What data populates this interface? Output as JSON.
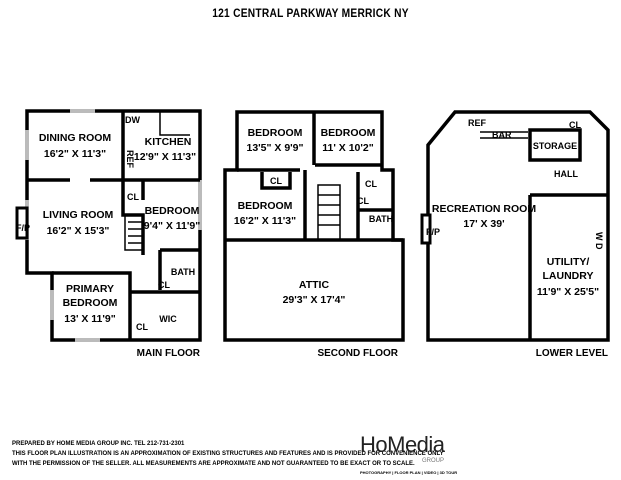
{
  "title": "121 CENTRAL PARKWAY MERRICK NY",
  "main_floor": {
    "label": "MAIN FLOOR",
    "rooms": {
      "dining": {
        "name": "DINING ROOM",
        "dims": "16'2\" X 11'3\""
      },
      "kitchen": {
        "name": "KITCHEN",
        "dims": "12'9\" X 11'3\""
      },
      "living": {
        "name": "LIVING ROOM",
        "dims": "16'2\" X 15'3\""
      },
      "bedroom": {
        "name": "BEDROOM",
        "dims": "9'4\" X 11'9\""
      },
      "primary": {
        "name1": "PRIMARY",
        "name2": "BEDROOM",
        "dims": "13' X 11'9\""
      },
      "bath": {
        "name": "BATH"
      },
      "wic": {
        "name": "WIC"
      }
    },
    "labels": {
      "dw": "DW",
      "ref": "REF",
      "fp": "F/P",
      "cl": "CL"
    }
  },
  "second_floor": {
    "label": "SECOND FLOOR",
    "rooms": {
      "bedroom1": {
        "name": "BEDROOM",
        "dims": "13'5\" X 9'9\""
      },
      "bedroom2": {
        "name": "BEDROOM",
        "dims": "11' X 10'2\""
      },
      "bedroom3": {
        "name": "BEDROOM",
        "dims": "16'2\" X 11'3\""
      },
      "bath": {
        "name": "BATH"
      },
      "attic": {
        "name": "ATTIC",
        "dims": "29'3\" X 17'4\""
      }
    },
    "labels": {
      "cl": "CL"
    }
  },
  "lower_level": {
    "label": "LOWER LEVEL",
    "rooms": {
      "recreation": {
        "name": "RECREATION ROOM",
        "dims": "17' X 39'"
      },
      "utility": {
        "name1": "UTILITY/",
        "name2": "LAUNDRY",
        "dims": "11'9\" X 25'5\""
      },
      "storage": {
        "name": "STORAGE"
      },
      "hall": {
        "name": "HALL"
      }
    },
    "labels": {
      "ref": "REF",
      "bar": "BAR",
      "cl": "CL",
      "fp": "F/P",
      "wd": "W D"
    }
  },
  "footer": {
    "line1": "PREPARED BY HOME MEDIA GROUP INC. TEL 212-731-2301",
    "line2": "THIS FLOOR PLAN ILLUSTRATION IS AN APPROXIMATION OF EXISTING STRUCTURES AND FEATURES AND IS PROVIDED FOR CONVENIENCE ONLY",
    "line3": "WITH THE PERMISSION OF THE SELLER. ALL MEASUREMENTS ARE APPROXIMATE AND NOT GUARANTEED TO BE EXACT OR TO SCALE."
  },
  "logo": {
    "name": "HoMedia",
    "group": "GROUP",
    "tagline": "PHOTOGRAPHY | FLOOR PLAN | VIDEO | 3D TOUR"
  }
}
